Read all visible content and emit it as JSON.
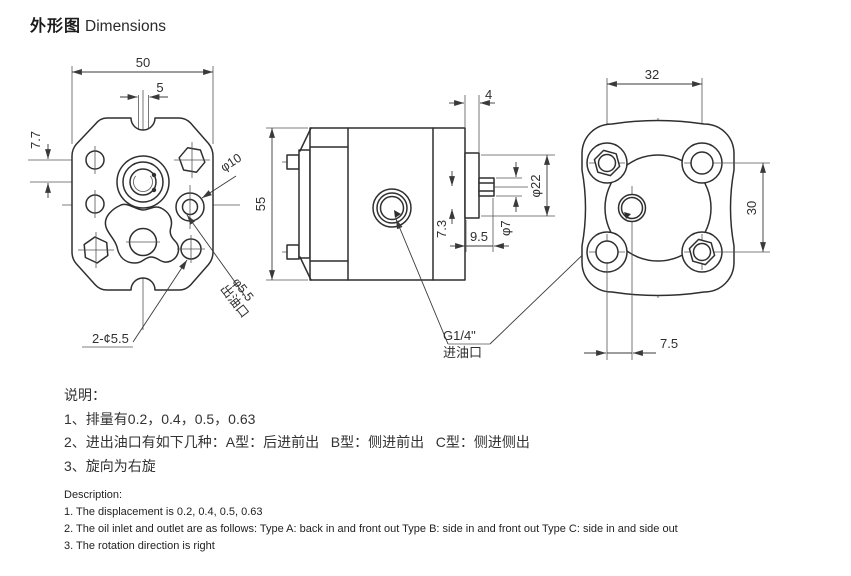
{
  "title": {
    "zh": "外形图",
    "en": "Dimensions"
  },
  "front_view": {
    "dim_width": "50",
    "dim_keyway": "5",
    "dim_hole_offset": "7.7",
    "label_boss_dia": "φ10",
    "label_outlet_dia": "φ5.5",
    "label_outlet_port": "出油口",
    "label_mount_holes": "2-¢5.5"
  },
  "side_view": {
    "dim_height": "55",
    "dim_rear_step": "4",
    "dim_spigot_dia": "φ22",
    "dim_port_offset": "7.3",
    "dim_shaft_ext": "9.5",
    "dim_shaft_dia": "φ7",
    "label_inlet_thread": "G1/4\"",
    "label_inlet_port": "进油口"
  },
  "rear_view": {
    "dim_bolt_span_h": "32",
    "dim_bolt_span_v": "30",
    "dim_shaft_offset": "7.5"
  },
  "notes": {
    "heading": "说明：",
    "items": [
      "1、排量有0.2，0.4，0.5，0.63",
      "2、进出油口有如下几种：A型：后进前出   B型：侧进前出   C型：侧进侧出",
      "3、旋向为右旋"
    ]
  },
  "description": {
    "heading": "Description:",
    "items": [
      "1. The displacement is 0.2, 0.4, 0.5, 0.63",
      "2. The oil inlet and outlet are as follows: Type A: back in and front out Type B: side in and front out Type C: side in and side out",
      "3. The rotation direction is right"
    ]
  }
}
